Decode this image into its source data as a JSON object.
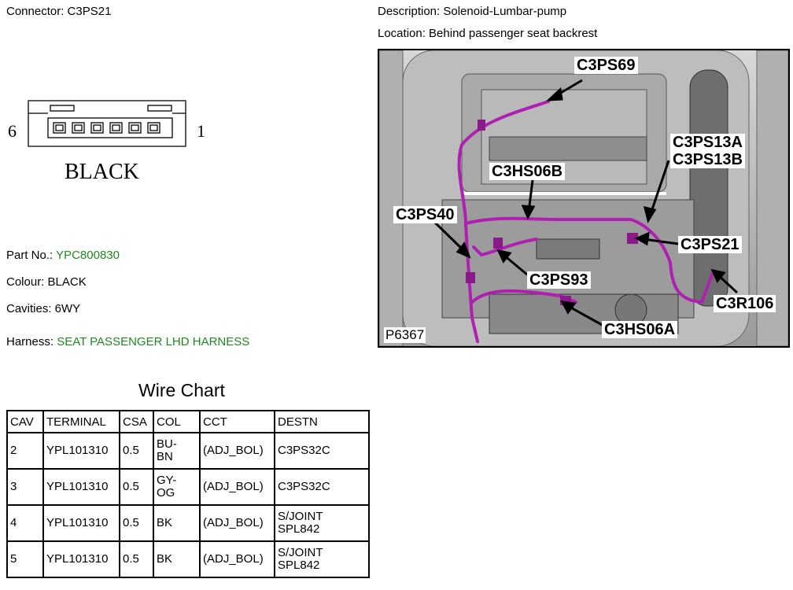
{
  "connector": {
    "label": "Connector: C3PS21"
  },
  "description": {
    "label": "Description: Solenoid-Lumbar-pump"
  },
  "location": {
    "label": "Location: Behind passenger seat backrest"
  },
  "connector_diagram": {
    "left_pin": "6",
    "right_pin": "1",
    "color_text": "BLACK"
  },
  "details": {
    "part_no_label": "Part No.:",
    "part_no_value": "YPC800830",
    "colour_label": "Colour: BLACK",
    "cavities_label": "Cavities: 6WY",
    "harness_label": "Harness:",
    "harness_value": "SEAT PASSENGER LHD HARNESS"
  },
  "wire_chart": {
    "title": "Wire Chart",
    "headers": [
      "CAV",
      "TERMINAL",
      "CSA",
      "COL",
      "CCT",
      "DESTN"
    ],
    "rows": [
      {
        "cav": "2",
        "terminal": "YPL101310",
        "csa": "0.5",
        "col1": "BU-",
        "col2": "BN",
        "cct": "(ADJ_BOL)",
        "destn1": "C3PS32C",
        "destn2": ""
      },
      {
        "cav": "3",
        "terminal": "YPL101310",
        "csa": "0.5",
        "col1": "GY-",
        "col2": "OG",
        "cct": "(ADJ_BOL)",
        "destn1": "C3PS32C",
        "destn2": ""
      },
      {
        "cav": "4",
        "terminal": "YPL101310",
        "csa": "0.5",
        "col1": "BK",
        "col2": "",
        "cct": "(ADJ_BOL)",
        "destn1": "S/JOINT",
        "destn2": "SPL842"
      },
      {
        "cav": "5",
        "terminal": "YPL101310",
        "csa": "0.5",
        "col1": "BK",
        "col2": "",
        "cct": "(ADJ_BOL)",
        "destn1": "S/JOINT",
        "destn2": "SPL842"
      }
    ]
  },
  "photo": {
    "code": "P6367",
    "callouts": {
      "c1": "C3PS69",
      "c2": "C3PS13A",
      "c3": "C3PS13B",
      "c4": "C3HS06B",
      "c5": "C3PS40",
      "c6": "C3PS21",
      "c7": "C3PS93",
      "c8": "C3R106",
      "c9": "C3HS06A"
    },
    "harness_color": "#b020b0"
  }
}
